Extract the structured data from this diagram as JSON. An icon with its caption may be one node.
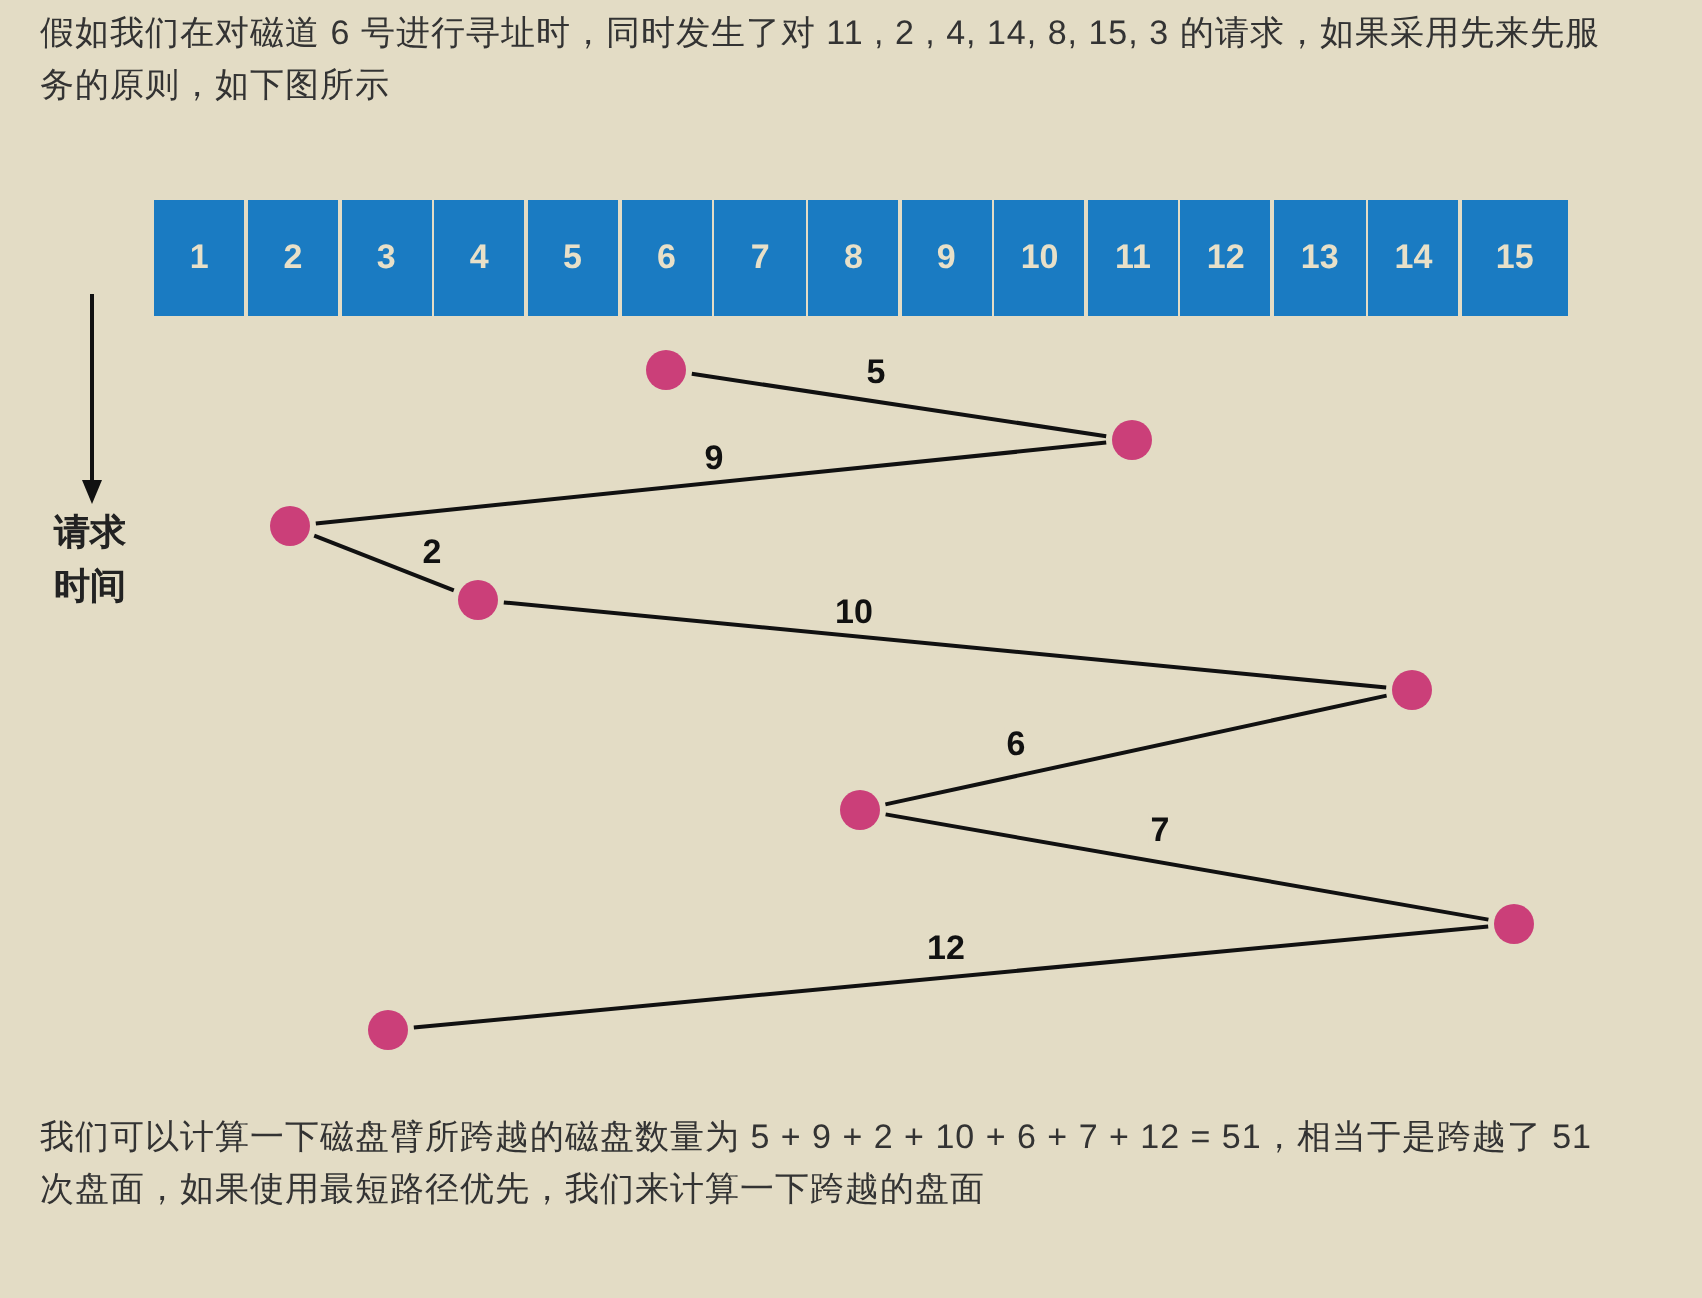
{
  "diagram": {
    "nodes": [
      {
        "text": [
          "1"
        ]
      },
      {
        "text": [
          "2"
        ]
      },
      {
        "text": [
          "3"
        ]
      },
      {
        "text": [
          "4"
        ]
      },
      {
        "text": [
          "5"
        ]
      },
      {
        "text": [
          "6"
        ]
      },
      {
        "text": [
          "7"
        ]
      },
      {
        "text": [
          "8"
        ]
      },
      {
        "text": [
          "9"
        ]
      },
      {
        "text": [
          "10"
        ]
      },
      {
        "text": [
          "11"
        ]
      },
      {
        "text": [
          "12"
        ]
      },
      {
        "text": [
          "13"
        ]
      },
      {
        "text": [
          "14"
        ]
      },
      {
        "text": [
          "15"
        ]
      },
      {
        "text": [],
        "shape": "circle"
      },
      {
        "text": [],
        "shape": "circle"
      },
      {
        "text": [],
        "shape": "circle"
      },
      {
        "text": [],
        "shape": "circle"
      },
      {
        "text": [],
        "shape": "circle"
      },
      {
        "text": [],
        "shape": "circle"
      },
      {
        "text": [],
        "shape": "circle"
      },
      {
        "text": [],
        "shape": "circle"
      }
    ],
    "edges": [
      {
        "from": 15,
        "to": 16,
        "arrow": "none",
        "label": "5"
      },
      {
        "from": 16,
        "to": 17,
        "arrow": "none",
        "label": "9"
      },
      {
        "from": 17,
        "to": 18,
        "arrow": "none",
        "label": "2"
      },
      {
        "from": 18,
        "to": 19,
        "arrow": "none",
        "label": "10"
      },
      {
        "from": 19,
        "to": 20,
        "arrow": "none",
        "label": "6"
      },
      {
        "from": 20,
        "to": 21,
        "arrow": "none",
        "label": "7"
      },
      {
        "from": 21,
        "to": 22,
        "arrow": "none",
        "label": "12"
      }
    ],
    "labels": [
      "假如我们在对磁道 6 号进行寻址时，同时发生了对 11 , 2 , 4, 14, 8, 15, 3 的请求，如果采用先来先服务的原则，如下图所示",
      "请求时间",
      "我们可以计算一下磁盘臂所跨越的磁盘数量为 5 + 9 + 2 + 10 + 6 + 7 + 12 = 51，相当于是跨越了 51 次盘面，如果使用最短路径优先，我们来计算一下跨越的盘面"
    ]
  }
}
